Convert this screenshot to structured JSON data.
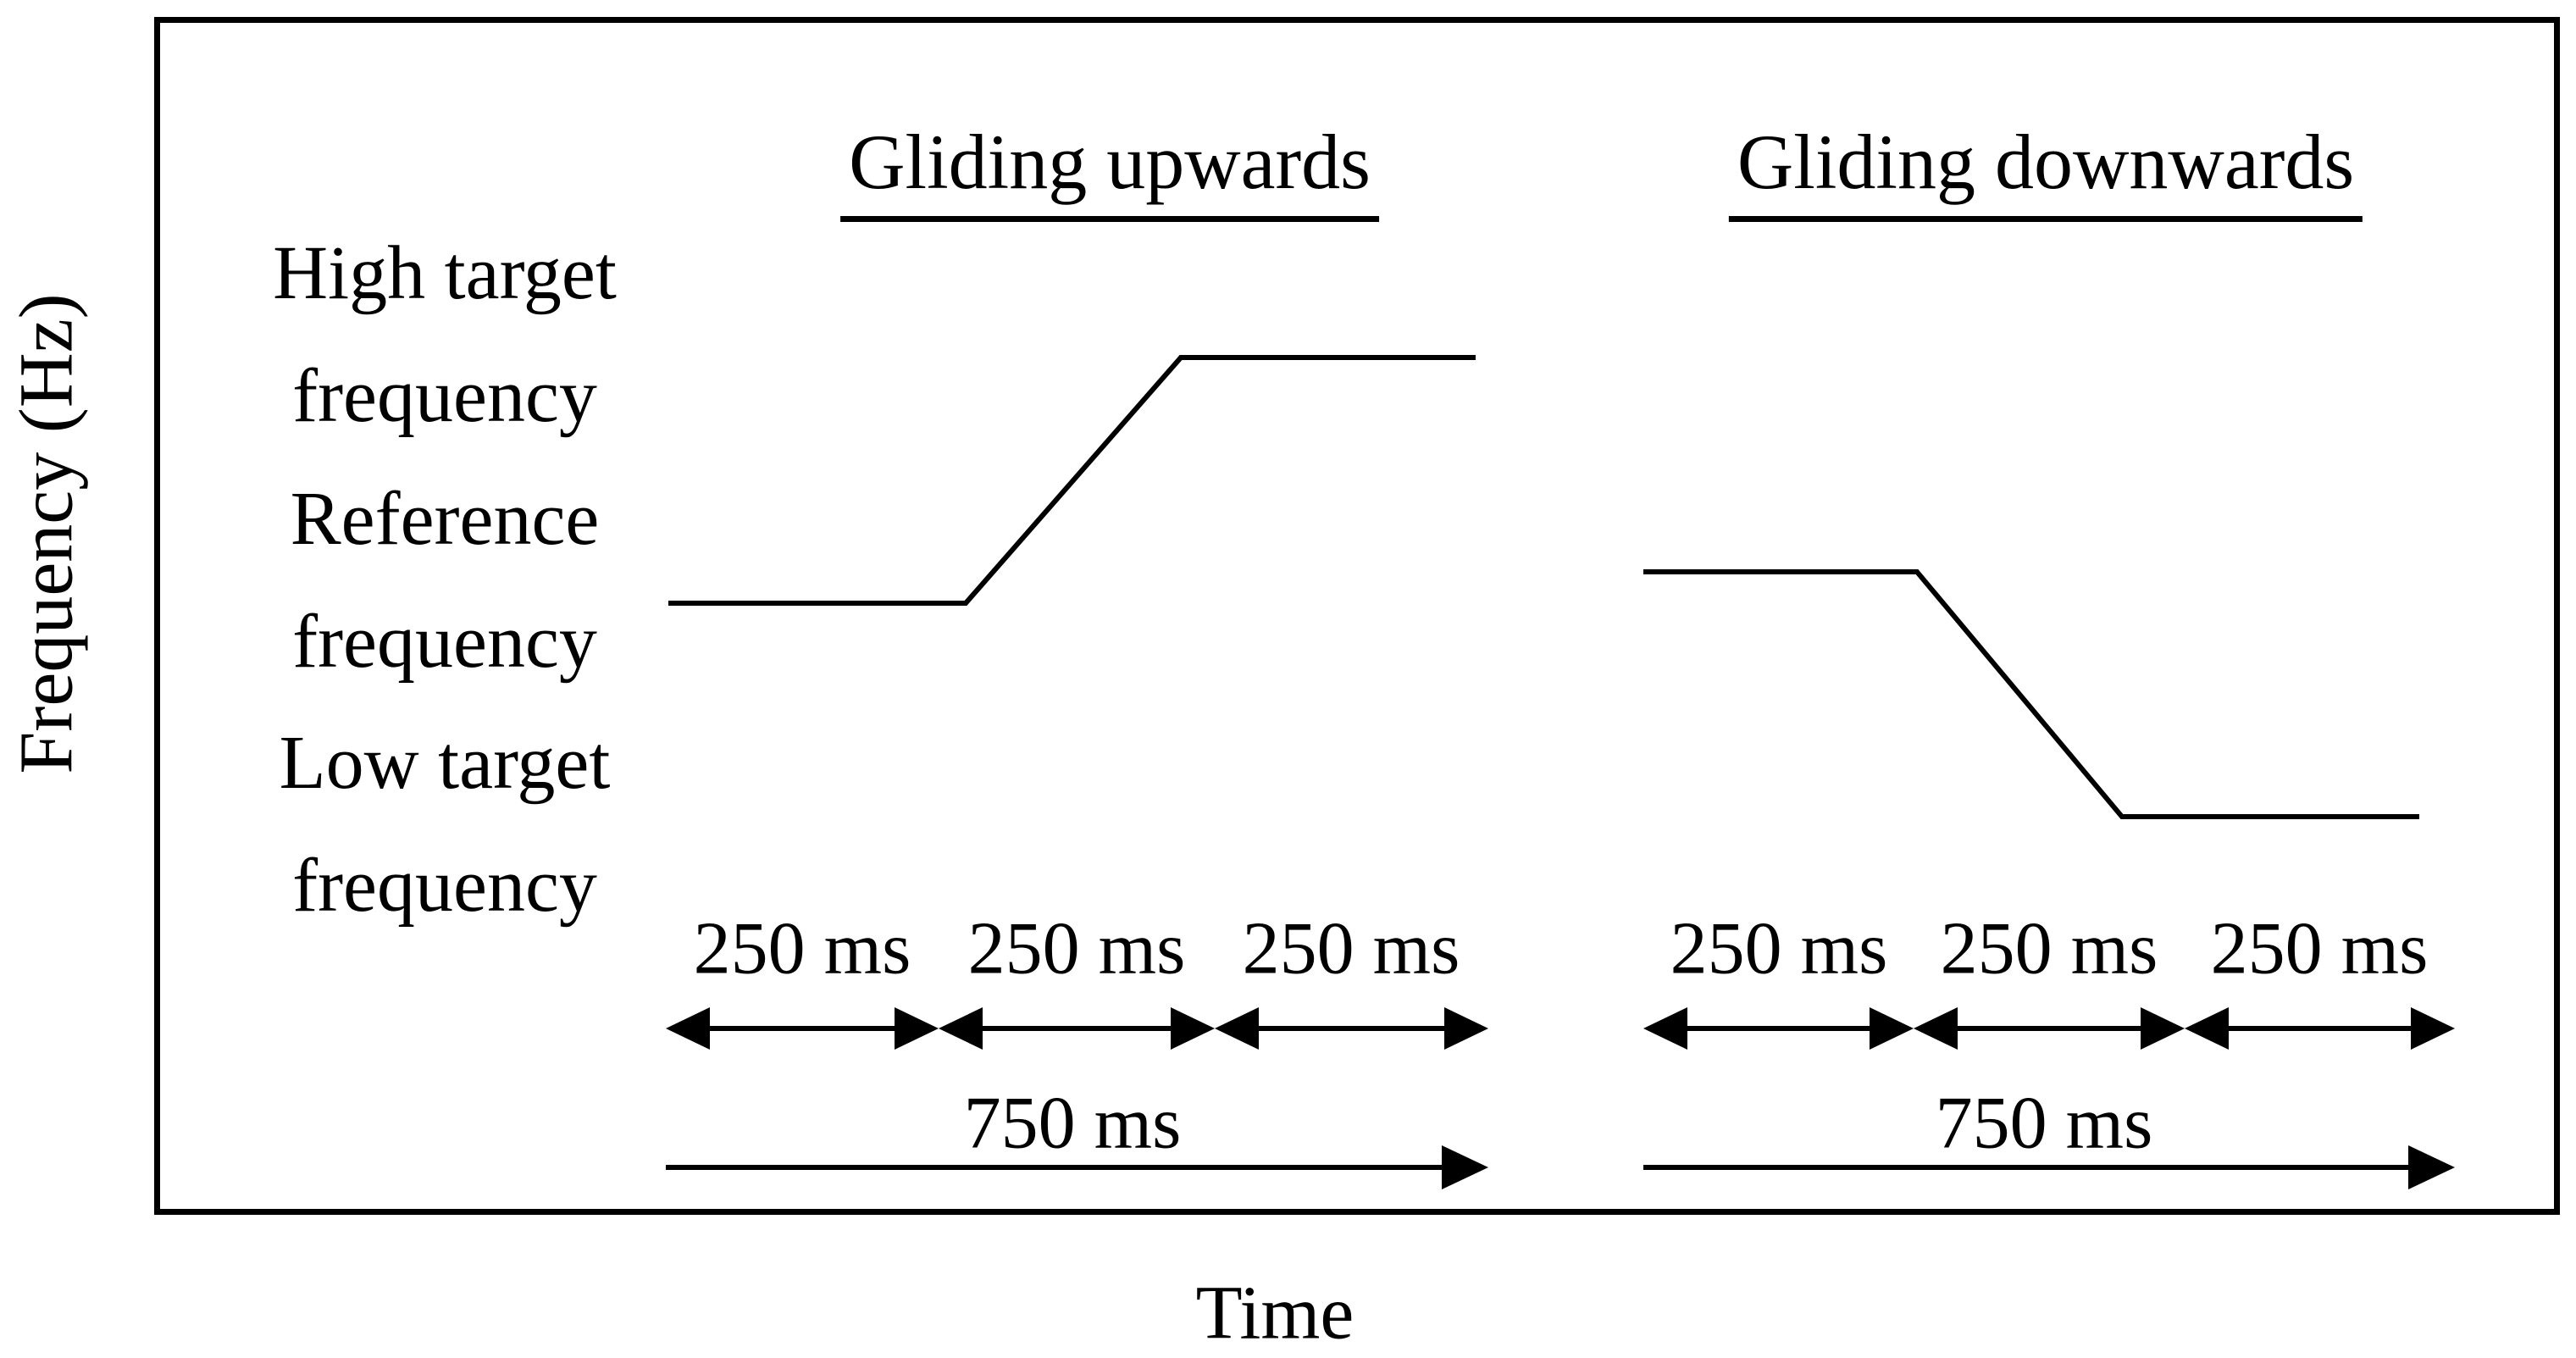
{
  "figure": {
    "y_axis_label": "Frequency (Hz)",
    "x_axis_label": "Time",
    "frequency_levels": [
      "High target frequency",
      "Reference frequency",
      "Low target frequency"
    ],
    "panels": [
      {
        "title": "Gliding upwards",
        "glide": {
          "from": "Reference frequency",
          "to": "High target frequency"
        },
        "segments": [
          "250 ms",
          "250 ms",
          "250 ms"
        ],
        "total_duration": "750 ms"
      },
      {
        "title": "Gliding downwards",
        "glide": {
          "from": "Reference frequency",
          "to": "Low target frequency"
        },
        "segments": [
          "250 ms",
          "250 ms",
          "250 ms"
        ],
        "total_duration": "750 ms"
      }
    ],
    "colors": {
      "ink": "#000000",
      "background": "#ffffff"
    }
  }
}
